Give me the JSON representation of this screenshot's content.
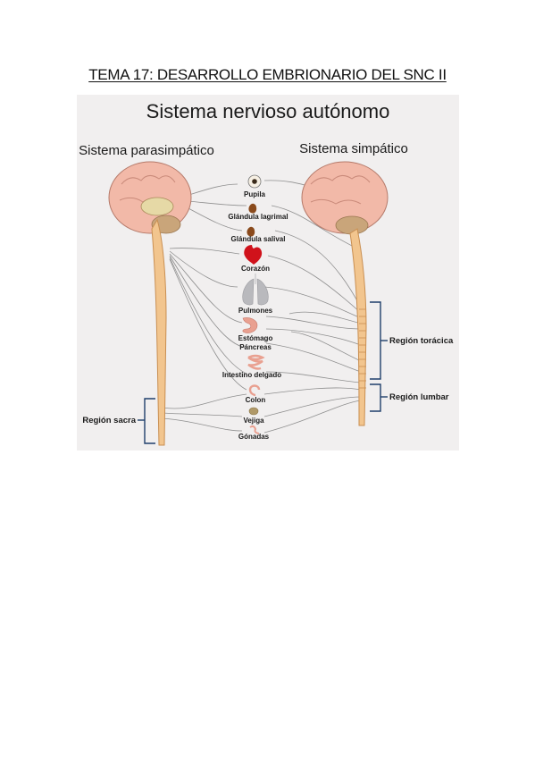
{
  "document": {
    "title": "TEMA 17: DESARROLLO EMBRIONARIO DEL SNC II"
  },
  "figure": {
    "title": "Sistema nervioso autónomo",
    "left_label": "Sistema parasimpático",
    "right_label": "Sistema simpático",
    "organs": [
      {
        "key": "pupila",
        "label": "Pupila",
        "icon": "eye-icon"
      },
      {
        "key": "lagrimal",
        "label": "Glándula lagrimal",
        "icon": "gland-icon"
      },
      {
        "key": "salival",
        "label": "Glándula salival",
        "icon": "gland-icon"
      },
      {
        "key": "corazon",
        "label": "Corazón",
        "icon": "heart-icon"
      },
      {
        "key": "pulmones",
        "label": "Pulmones",
        "icon": "lungs-icon"
      },
      {
        "key": "estomago",
        "label": "Estómago",
        "icon": "stomach-icon"
      },
      {
        "key": "pancreas",
        "label": "Páncreas",
        "icon": "pancreas-icon"
      },
      {
        "key": "intestino",
        "label": "Intestino delgado",
        "icon": "intestine-icon"
      },
      {
        "key": "colon",
        "label": "Colon",
        "icon": "colon-icon"
      },
      {
        "key": "vejiga",
        "label": "Vejiga",
        "icon": "bladder-icon"
      },
      {
        "key": "gonadas",
        "label": "Gónadas",
        "icon": "gonads-icon"
      }
    ],
    "regions": {
      "toracica": "Región torácica",
      "lumbar": "Región lumbar",
      "sacra": "Región sacra"
    },
    "colors": {
      "brain": "#f2b9a8",
      "brain_stroke": "#b57a6a",
      "cord": "#f2c58e",
      "cord_stroke": "#c98f52",
      "cerebellum": "#c9a57a",
      "heart": "#d0121b",
      "lungs": "#b9b9bd",
      "gut": "#e9a090",
      "gland": "#8a4a1c",
      "bracket": "#1f3f6b",
      "nerve": "#8f8f8f",
      "background": "#f1efef"
    }
  }
}
